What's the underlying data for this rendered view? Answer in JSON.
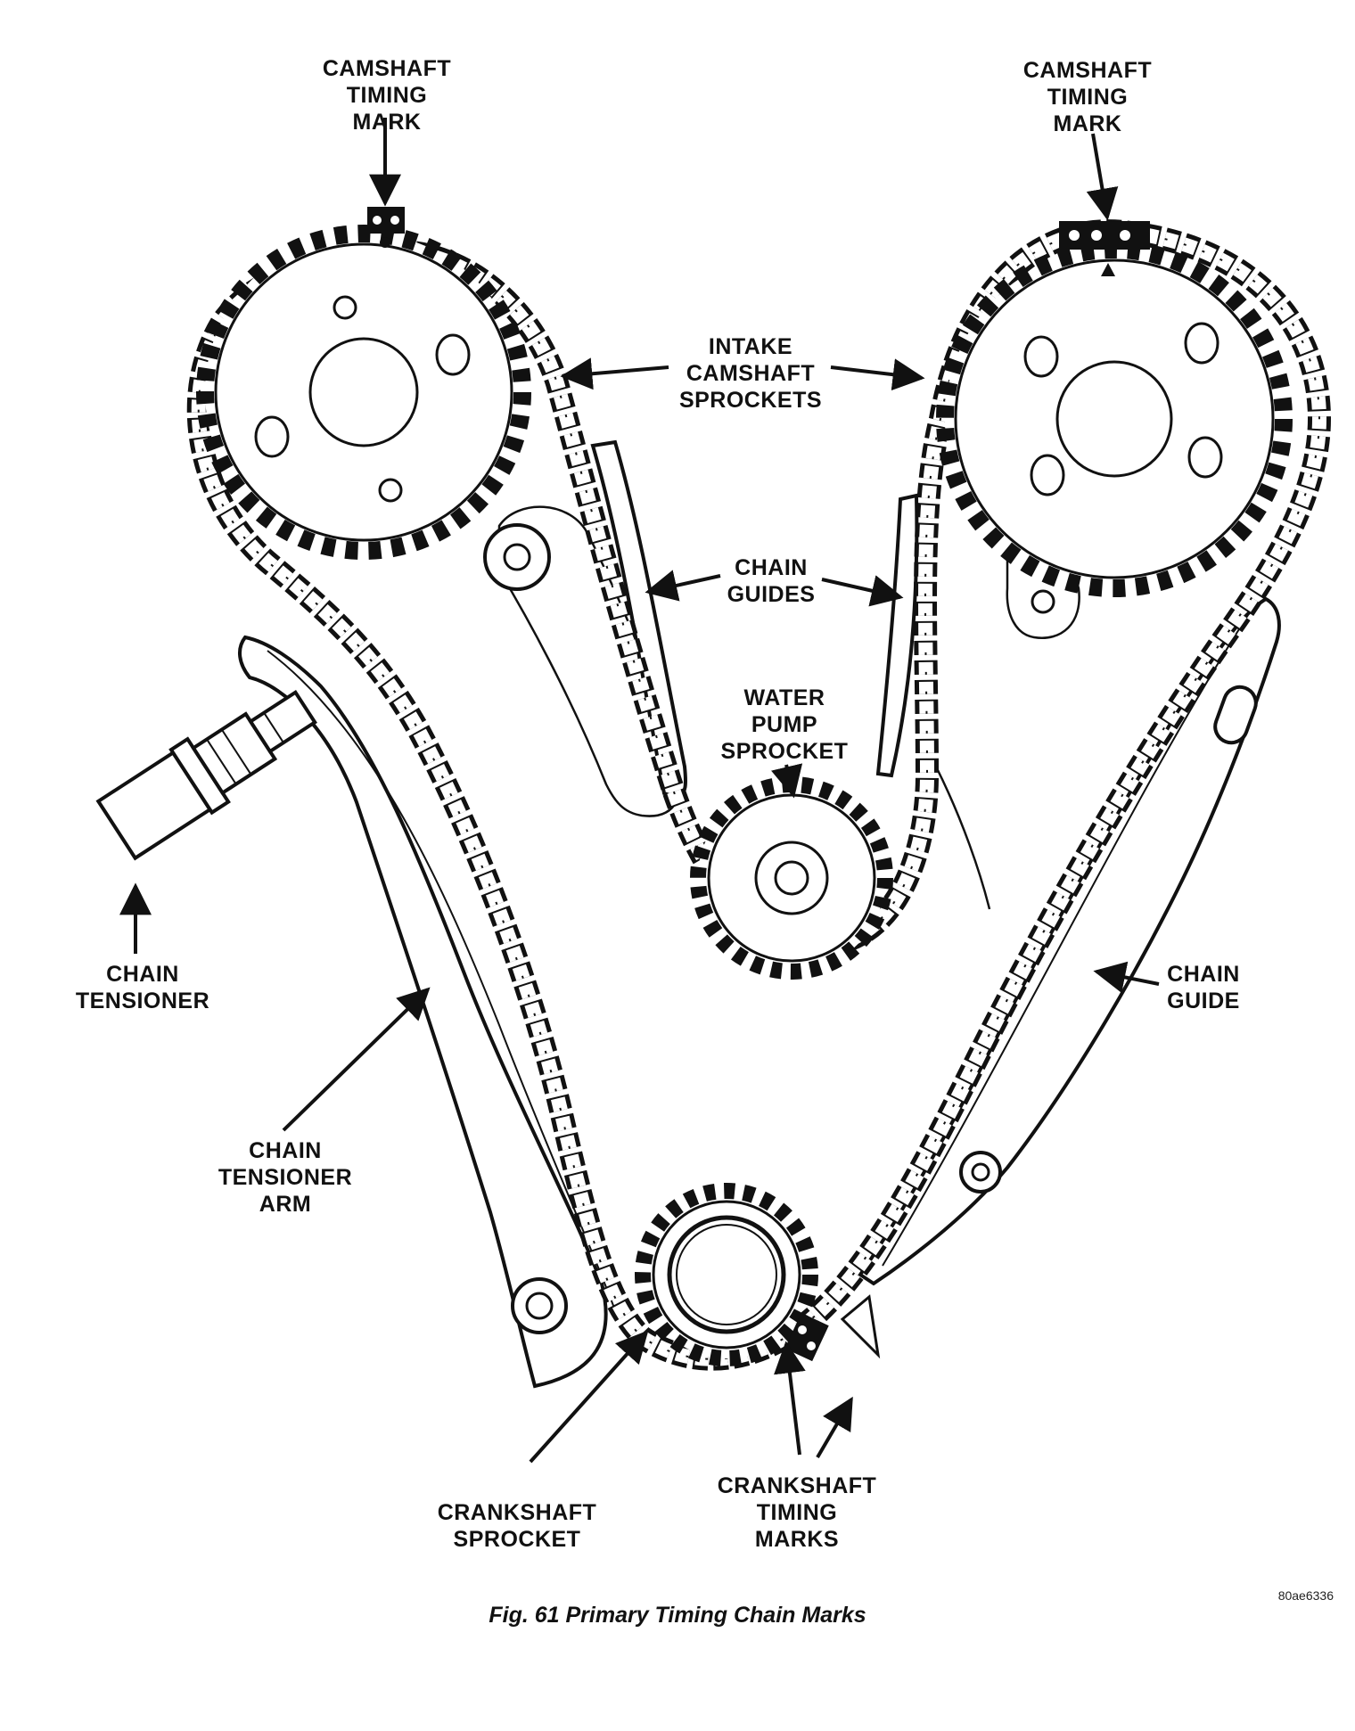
{
  "labels": {
    "cam_mark_left": [
      "CAMSHAFT",
      "TIMING",
      "MARK"
    ],
    "cam_mark_right": [
      "CAMSHAFT",
      "TIMING",
      "MARK"
    ],
    "intake_sprockets": [
      "INTAKE",
      "CAMSHAFT",
      "SPROCKETS"
    ],
    "chain_guides": [
      "CHAIN",
      "GUIDES"
    ],
    "water_pump": [
      "WATER",
      "PUMP",
      "SPROCKET"
    ],
    "chain_tensioner": [
      "CHAIN",
      "TENSIONER"
    ],
    "chain_guide": [
      "CHAIN",
      "GUIDE"
    ],
    "tensioner_arm": [
      "CHAIN",
      "TENSIONER",
      "ARM"
    ],
    "crank_sprocket": [
      "CRANKSHAFT",
      "SPROCKET"
    ],
    "crank_marks": [
      "CRANKSHAFT",
      "TIMING",
      "MARKS"
    ]
  },
  "caption": "Fig. 61 Primary Timing Chain Marks",
  "figure_id": "80ae6336"
}
